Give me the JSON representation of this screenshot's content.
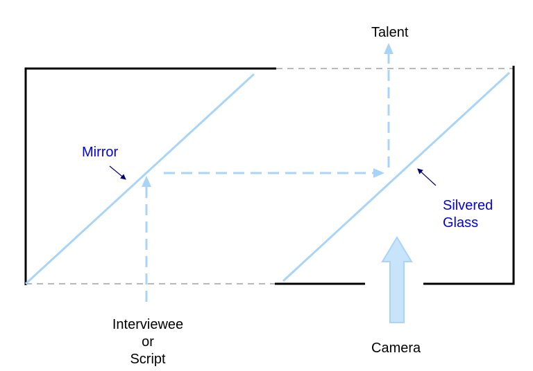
{
  "labels": {
    "talent": "Talent",
    "mirror": "Mirror",
    "silvered_glass_line1": "Silvered",
    "silvered_glass_line2": "Glass",
    "interviewee_line1": "Interviewee",
    "interviewee_line2": "or",
    "interviewee_line3": "Script",
    "camera": "Camera"
  },
  "colors": {
    "frame": "#000000",
    "optic": "#a8d4f8",
    "path": "#a8d4f8",
    "camera_fill": "#c8e4fa",
    "camera_stroke": "#a8d4f8",
    "dashed_outline": "#707070",
    "label_blue": "#0000e0",
    "pointer": "#000070"
  }
}
